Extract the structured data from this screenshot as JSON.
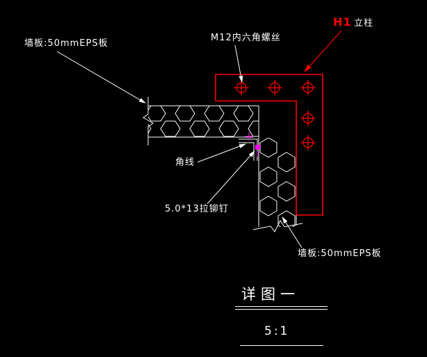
{
  "colors": {
    "bg": "#000000",
    "line": "#ffffff",
    "red": "#ff0000",
    "magenta": "#ff00ff"
  },
  "labels": {
    "wall_top": "墙板:50mmEPS板",
    "screw": "M12内六角螺丝",
    "h1": "H1",
    "column": "立柱",
    "corner_trim": "角线",
    "rivet": "5.0*13拉铆钉",
    "wall_bottom": "墙板:50mmEPS板"
  },
  "title_block": {
    "title": "详图一",
    "scale": "5:1"
  }
}
